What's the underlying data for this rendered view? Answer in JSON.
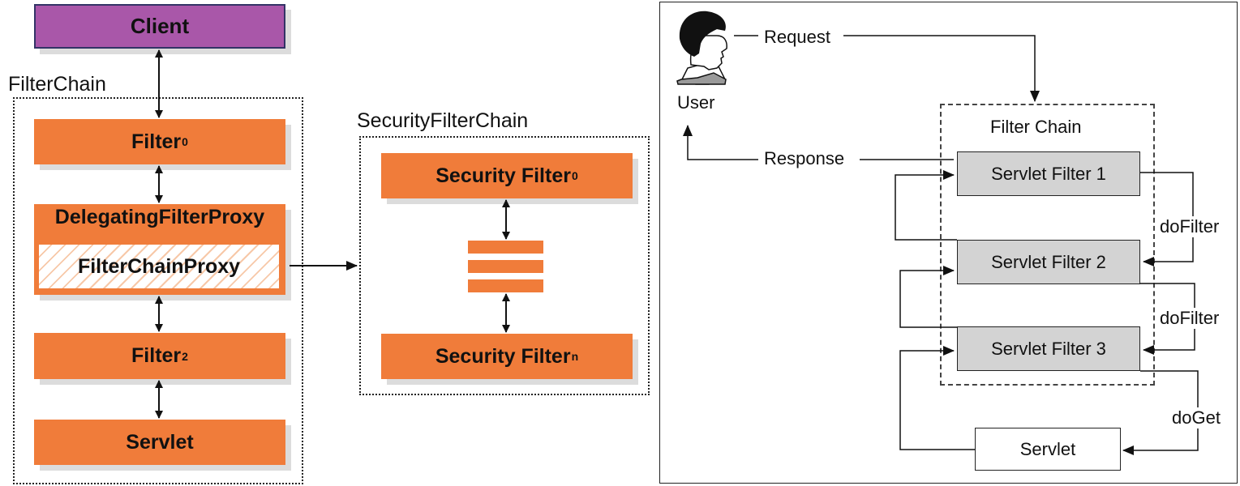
{
  "left": {
    "client": "Client",
    "filterchain_label": "FilterChain",
    "filter0": "Filter",
    "filter0_sub": "0",
    "delegating": "DelegatingFilterProxy",
    "chainproxy": "FilterChainProxy",
    "filter2": "Filter",
    "filter2_sub": "2",
    "servlet": "Servlet"
  },
  "middle": {
    "title": "SecurityFilterChain",
    "sec0": "Security Filter",
    "sec0_sub": "0",
    "secn": "Security Filter",
    "secn_sub": "n"
  },
  "right": {
    "user": "User",
    "request": "Request",
    "response": "Response",
    "chain_title": "Filter Chain",
    "filter1": "Servlet Filter 1",
    "filter2": "Servlet Filter 2",
    "filter3": "Servlet Filter 3",
    "dofilter1": "doFilter",
    "dofilter2": "doFilter",
    "doget": "doGet",
    "servlet": "Servlet"
  },
  "colors": {
    "orange": "#f07c3a",
    "purple": "#a957a9",
    "gray": "#d3d3d3"
  }
}
